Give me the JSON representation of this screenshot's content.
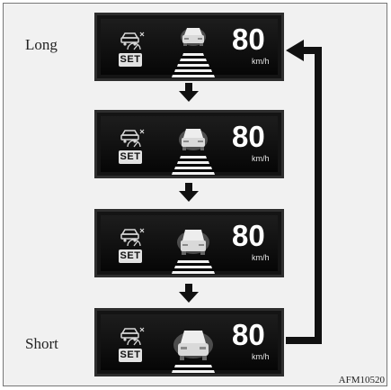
{
  "labels": {
    "long": "Long",
    "short": "Short"
  },
  "panels": [
    {
      "speed": "80",
      "unit": "km/h",
      "badge": "SET",
      "distance_level": "long"
    },
    {
      "speed": "80",
      "unit": "km/h",
      "badge": "SET",
      "distance_level": "middle"
    },
    {
      "speed": "80",
      "unit": "km/h",
      "badge": "SET",
      "distance_level": "short-middle"
    },
    {
      "speed": "80",
      "unit": "km/h",
      "badge": "SET",
      "distance_level": "short"
    }
  ],
  "caption": "AFM10520",
  "colors": {
    "panel_bg": "#141414",
    "text": "#ffffff",
    "arrow": "#111111"
  }
}
